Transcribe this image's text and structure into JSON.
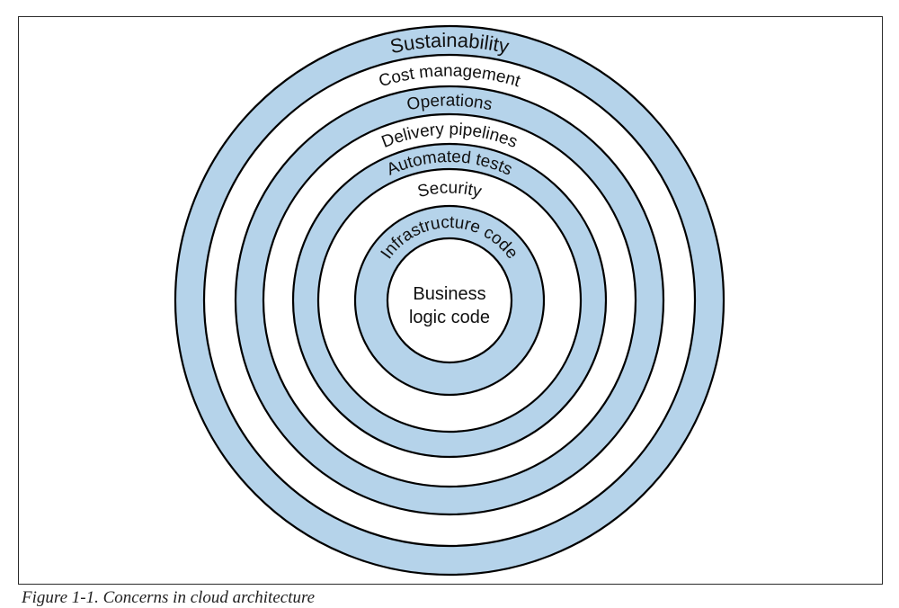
{
  "diagram": {
    "layers": [
      "Sustainability",
      "Cost management",
      "Operations",
      "Delivery pipelines",
      "Automated tests",
      "Security",
      "Infrastructure code"
    ],
    "center": {
      "line1": "Business",
      "line2": "logic code"
    },
    "colors": {
      "ring_fill_a": "#b5d3ea",
      "ring_fill_b": "#ffffff",
      "stroke": "#000000"
    }
  },
  "caption": "Figure 1-1. Concerns in cloud architecture"
}
